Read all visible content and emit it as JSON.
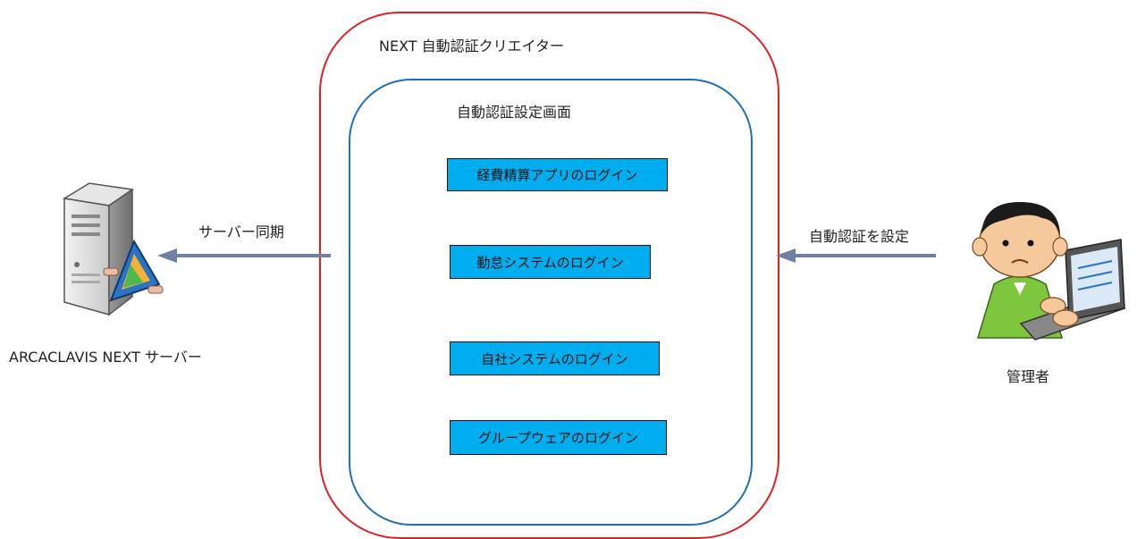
{
  "creator": {
    "title": "NEXT 自動認証クリエイター"
  },
  "settings_screen": {
    "title": "自動認証設定画面",
    "items": [
      {
        "label": "経費精算アプリのログイン"
      },
      {
        "label": "勤怠システムのログイン"
      },
      {
        "label": "自社システムのログイン"
      },
      {
        "label": "グループウェアのログイン"
      }
    ]
  },
  "server": {
    "label": "ARCACLAVIS NEXT サーバー",
    "icon": "server-icon"
  },
  "admin": {
    "label": "管理者",
    "icon": "admin-with-laptop-icon"
  },
  "arrows": {
    "sync_label": "サーバー同期",
    "configure_label": "自動認証を設定"
  },
  "colors": {
    "outer_border": "#e02020",
    "inner_border": "#1e6fb8",
    "item_fill": "#00aeef",
    "arrow": "#6f7fa6"
  }
}
